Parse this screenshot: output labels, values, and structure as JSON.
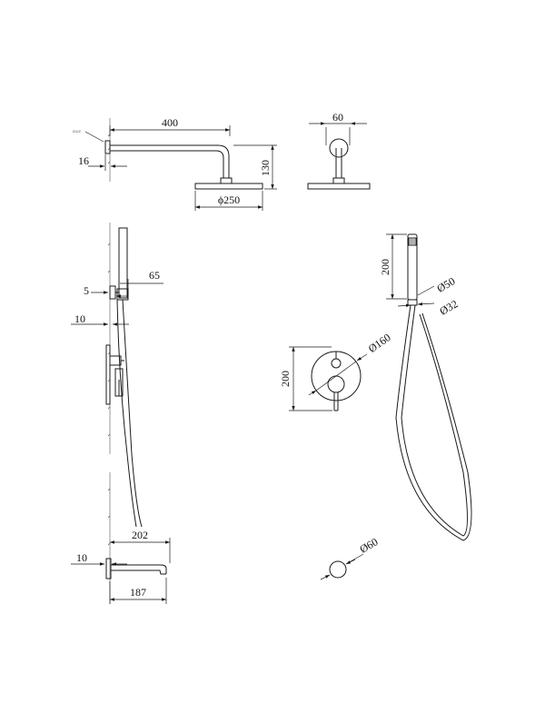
{
  "dimensions": {
    "shower_arm": {
      "length": "400",
      "height": "130",
      "wall_offset": "16",
      "head_diameter": "ϕ250",
      "thread_label": "G1/2"
    },
    "side_view": {
      "width": "60"
    },
    "hand_shower_bracket": {
      "offset": "65",
      "wall_offset": "5",
      "plate": "10"
    },
    "hand_shower": {
      "length": "200",
      "diameter_head": "Ø50",
      "diameter_holder": "Ø32"
    },
    "mixer": {
      "height": "200",
      "diameter": "Ø160"
    },
    "spout": {
      "length_total": "202",
      "length_visible": "187",
      "plate": "10",
      "flange_diameter": "Ø60"
    }
  },
  "colors": {
    "line": "#1a1a1a",
    "background": "#ffffff"
  }
}
